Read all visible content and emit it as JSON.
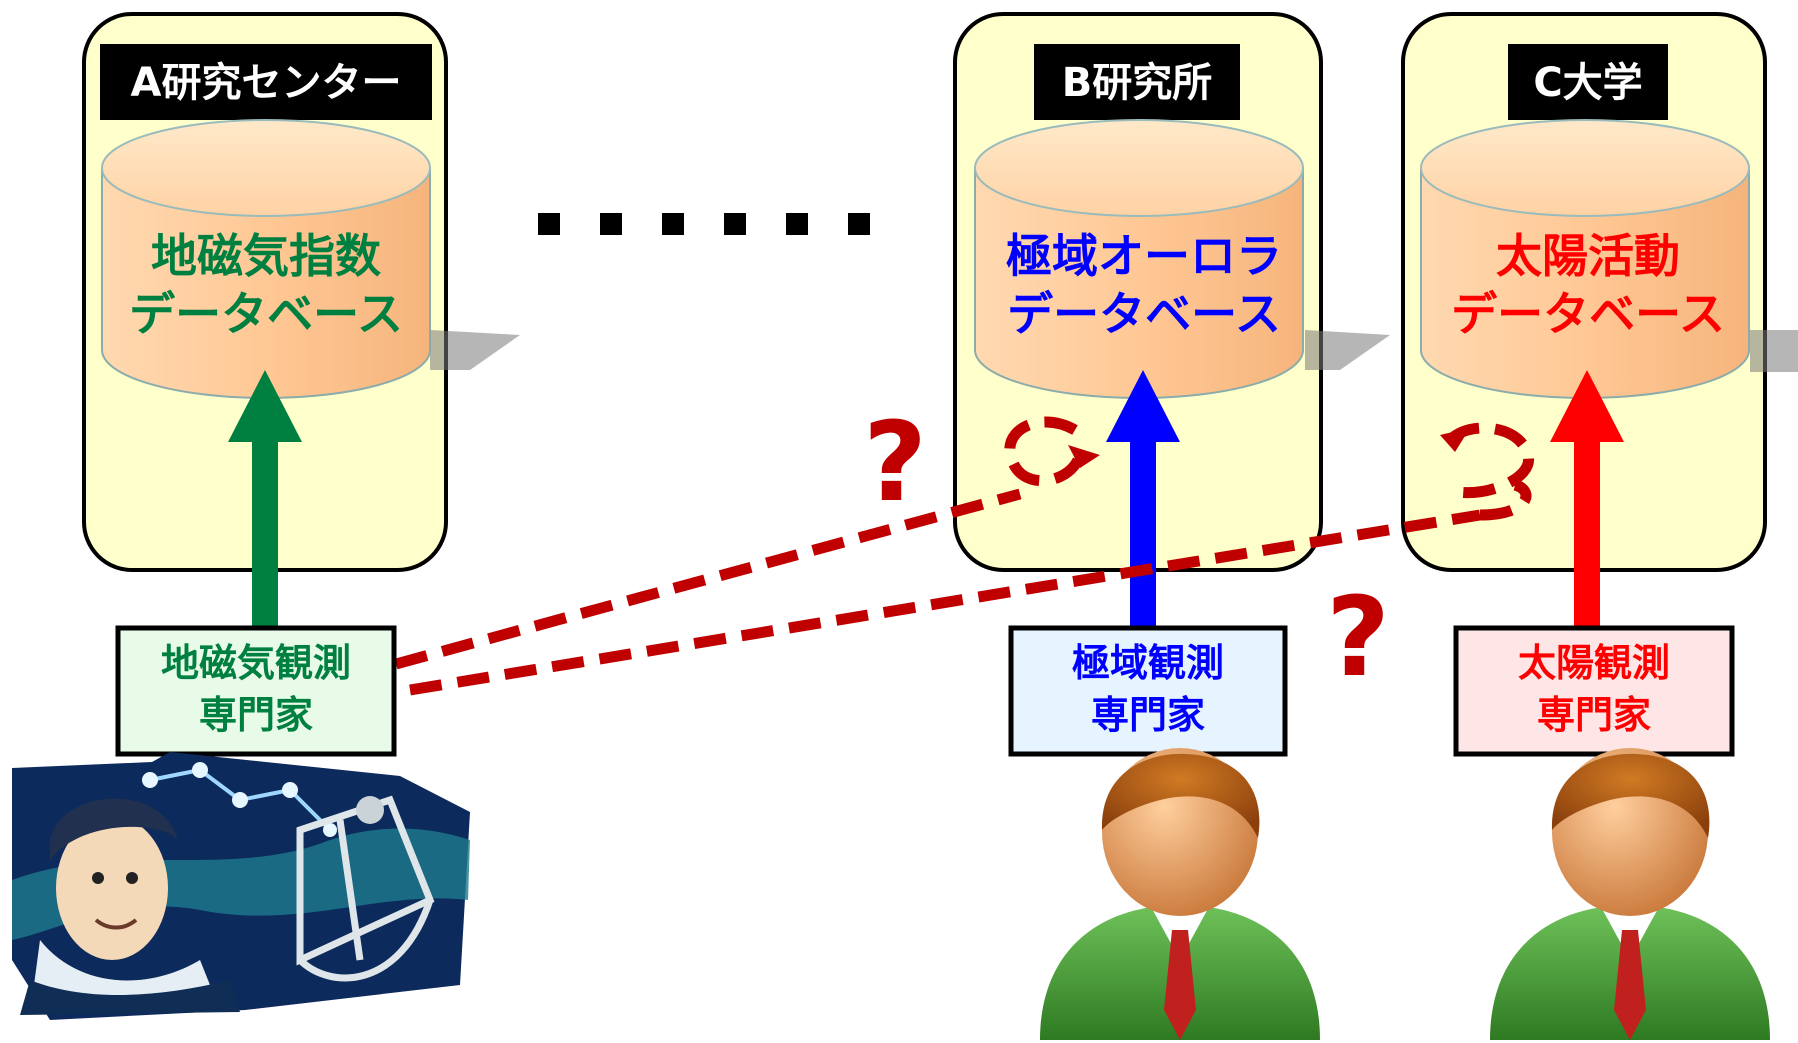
{
  "institutions": [
    {
      "id": "A",
      "label": "A研究センター",
      "database_lines": [
        "地磁気指数",
        "データベース"
      ],
      "expert_lines": [
        "地磁気観測",
        "専門家"
      ],
      "color": "#008040",
      "expert_box_bg": "#e8fbe8"
    },
    {
      "id": "B",
      "label": "B研究所",
      "database_lines": [
        "極域オーロラ",
        "データベース"
      ],
      "expert_lines": [
        "極域観測",
        "専門家"
      ],
      "color": "#0000ff",
      "expert_box_bg": "#e6f4ff"
    },
    {
      "id": "C",
      "label": "C大学",
      "database_lines": [
        "太陽活動",
        "データベース"
      ],
      "expert_lines": [
        "太陽観測",
        "専門家"
      ],
      "color": "#ff0000",
      "expert_box_bg": "#ffe6e6"
    }
  ],
  "question_marks": [
    "?",
    "?"
  ],
  "colors": {
    "institution_panel": "#ffffcc",
    "label_bg": "#000000",
    "cylinder_top": "#fff2c8",
    "cylinder_body": "#ffcb9a",
    "dashed_link": "#c00000",
    "ellipsis": "#000000"
  },
  "icons": {
    "gauss": "scientist-portrait-icon",
    "expert": "person-icon",
    "database": "database-cylinder-icon"
  }
}
